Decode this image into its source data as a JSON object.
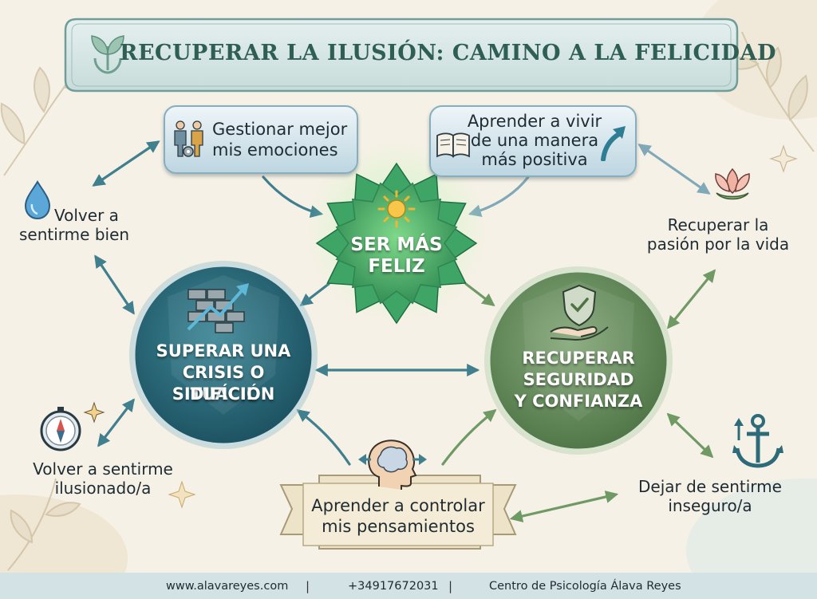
{
  "title": "RECUPERAR LA ILUSIÓN: CAMINO A LA FELICIDAD",
  "center": {
    "line1": "SER MÁS",
    "line2": "FELIZ"
  },
  "top_left_box": {
    "line1": "Gestionar mejor",
    "line2": "mis emociones"
  },
  "top_right_box": {
    "line1": "Aprender a vivir",
    "line2": "de una manera",
    "line3": "más positiva"
  },
  "left_circle": {
    "line1": "SUPERAR UNA",
    "line2": "CRISIS O SITUACIÓN",
    "line3": "DIFÍCIL"
  },
  "right_circle": {
    "line1": "RECUPERAR",
    "line2": "SEGURIDAD",
    "line3": "Y CONFIANZA"
  },
  "bottom_banner": {
    "line1": "Aprender a controlar",
    "line2": "mis pensamientos"
  },
  "satellites": {
    "feel_good": {
      "line1": "Volver a",
      "line2": "sentirme bien"
    },
    "passion": {
      "line1": "Recuperar la",
      "line2": "pasión por la vida"
    },
    "excited": {
      "line1": "Volver a sentirme",
      "line2": "ilusionado/a"
    },
    "insecure": {
      "line1": "Dejar de sentirme",
      "line2": "inseguro/a"
    }
  },
  "footer": {
    "website": "www.alavareyes.com",
    "phone": "+34917672031",
    "center_name": "Centro de Psicología Álava Reyes",
    "separator": "|"
  },
  "icons": {
    "title": "leaf-sprout-icon",
    "top_left": "people-gears-icon",
    "top_right": "book-arrow-icon",
    "center": "sun-icon",
    "left_circle": "wall-growth-arrow-icon",
    "right_circle": "shield-hand-icon",
    "bottom": "head-brain-icon",
    "feel_good": "water-drop-icon",
    "passion": "lotus-flower-icon",
    "excited": "compass-icon",
    "insecure": "anchor-icon"
  },
  "colors": {
    "title_text": "#2f5e55",
    "blue_arrows": "#3f7f8e",
    "green_arrows": "#6f9a63",
    "center_star": "#4caf74",
    "left_circle": "#27697a",
    "right_circle": "#6c925e"
  }
}
